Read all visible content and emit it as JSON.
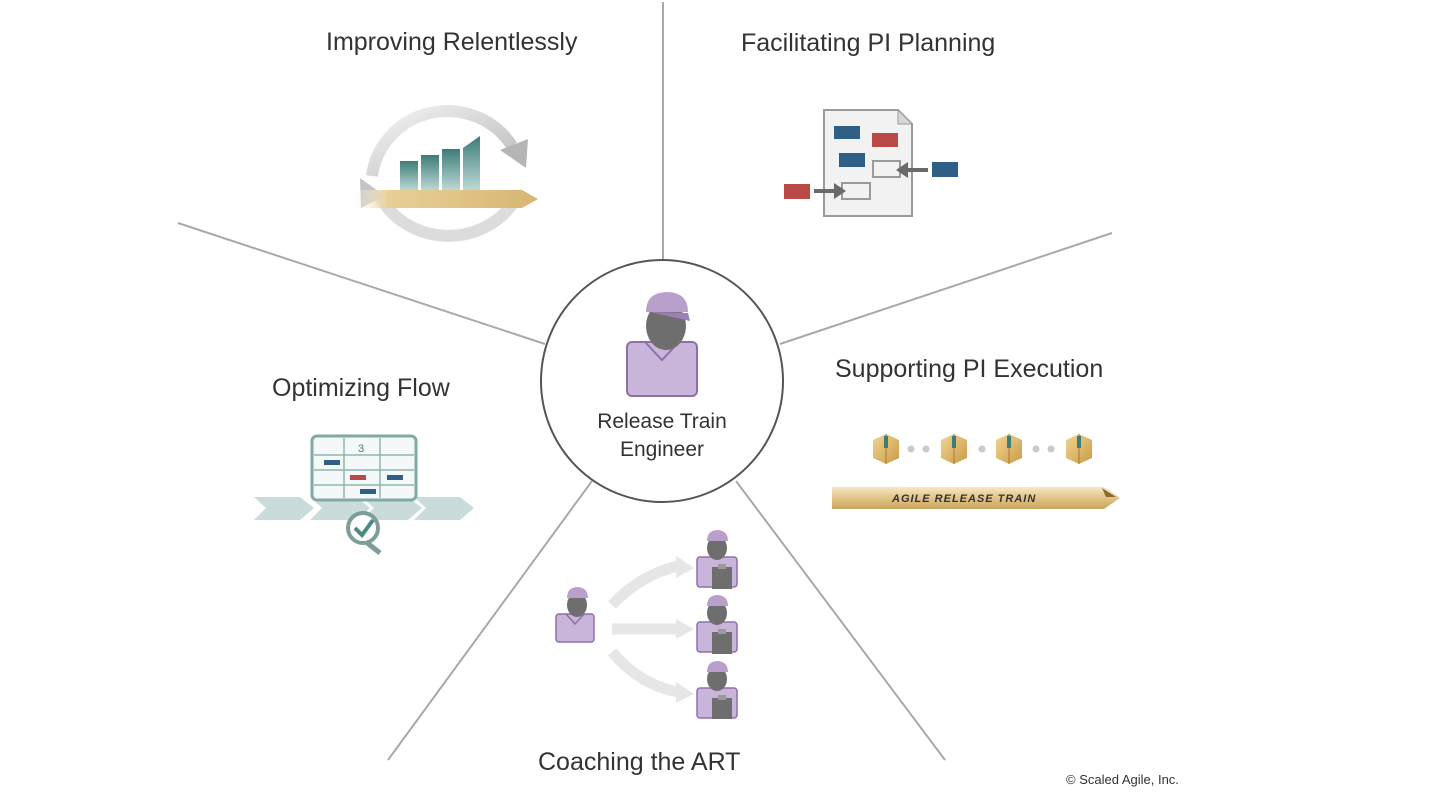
{
  "center": {
    "line1": "Release Train",
    "line2": "Engineer"
  },
  "segments": {
    "improving": "Improving Relentlessly",
    "planning": "Facilitating PI Planning",
    "flow": "Optimizing Flow",
    "execution": "Supporting PI Execution",
    "coaching": "Coaching the ART"
  },
  "icons": {
    "improving": "relentless-improvement-cycle-icon",
    "planning": "pi-planning-board-icon",
    "flow": "kanban-flow-icon",
    "execution": "agile-release-train-icon",
    "coaching": "coaching-team-icon",
    "center": "release-train-engineer-icon"
  },
  "flow_board_number": "3",
  "train_label": "AGILE RELEASE TRAIN",
  "copyright": "© Scaled Agile, Inc.",
  "colors": {
    "lavender": "#c9b5d9",
    "purple_dark": "#8f6fab",
    "teal": "#4a8a86",
    "blue_sticky": "#2f5f86",
    "red_sticky": "#b94a48",
    "gold": "#e0c38a",
    "divider": "#a9a9a9"
  }
}
